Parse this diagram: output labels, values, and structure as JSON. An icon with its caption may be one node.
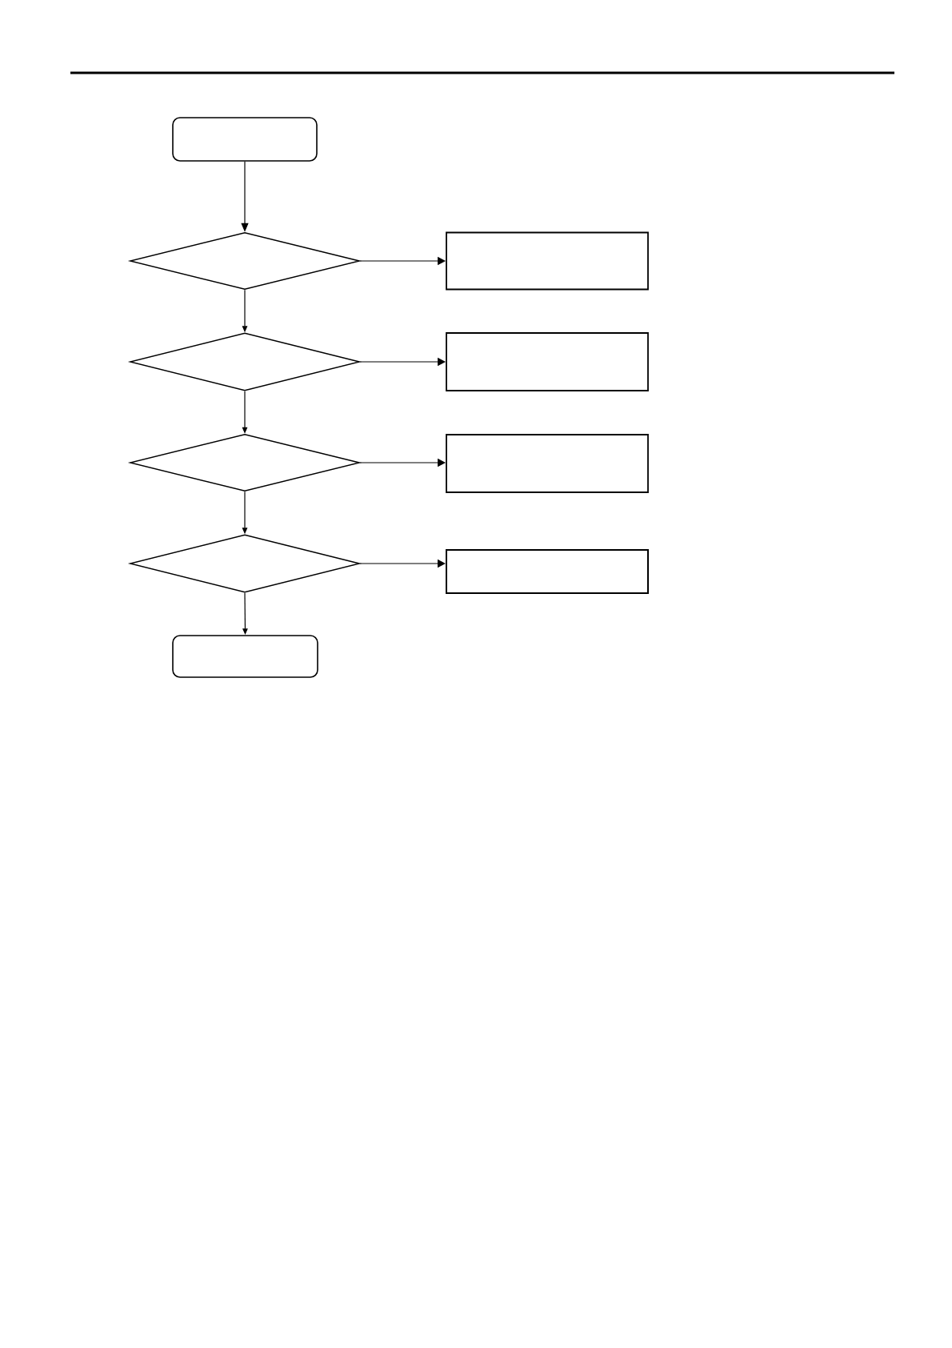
{
  "diagram": {
    "nodes": [
      {
        "text": [],
        "shape": "box"
      },
      {
        "text": [],
        "shape": "diamond"
      },
      {
        "text": [],
        "shape": "box"
      },
      {
        "text": [],
        "shape": "diamond"
      },
      {
        "text": [],
        "shape": "box"
      },
      {
        "text": [],
        "shape": "diamond"
      },
      {
        "text": [],
        "shape": "box"
      },
      {
        "text": [],
        "shape": "diamond"
      },
      {
        "text": [],
        "shape": "box"
      },
      {
        "text": [],
        "shape": "box"
      }
    ],
    "edges": [
      {
        "from": 0,
        "to": 1,
        "arrow": "to"
      },
      {
        "from": 1,
        "to": 2,
        "arrow": "to"
      },
      {
        "from": 1,
        "to": 3,
        "arrow": "to"
      },
      {
        "from": 3,
        "to": 4,
        "arrow": "to"
      },
      {
        "from": 3,
        "to": 5,
        "arrow": "to"
      },
      {
        "from": 5,
        "to": 6,
        "arrow": "to"
      },
      {
        "from": 5,
        "to": 7,
        "arrow": "to"
      },
      {
        "from": 7,
        "to": 8,
        "arrow": "to"
      },
      {
        "from": 7,
        "to": 9,
        "arrow": "to"
      }
    ]
  }
}
